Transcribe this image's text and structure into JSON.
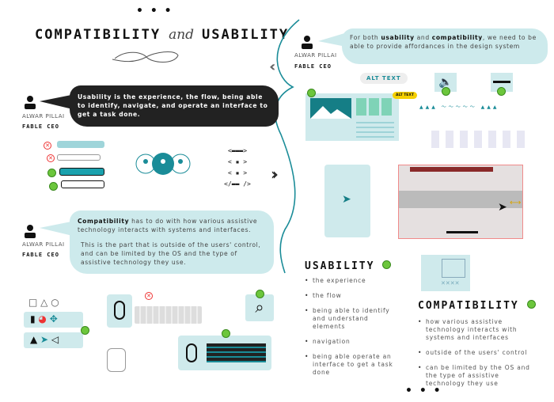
{
  "title": {
    "part1": "COMPATIBILITY",
    "and": "and",
    "part2": "USABILITY"
  },
  "speaker": {
    "name": "ALWAR PILLAI",
    "role": "FABLE CEO"
  },
  "quotes": {
    "usability": {
      "bold": "Usability",
      "text": " is the experience, the flow, being able to identify, navigate, and operate an interface to get a task done."
    },
    "compatibility": {
      "bold": "Compatibility",
      "text": " has to do with how various assistive technology interacts with systems and interfaces.",
      "text2": "This is the part that is outside of the users' control, and can be limited by the OS and the type of assistive technology they use."
    },
    "both": {
      "pre": "For both ",
      "b1": "usability",
      "mid": " and ",
      "b2": "compatibility",
      "post": ", we need to be able to provide affordances in the design system"
    }
  },
  "illustration": {
    "alt_text": "ALT TEXT",
    "alt_text_small": "ALT TEXT"
  },
  "usability": {
    "heading": "USABILITY",
    "items": [
      "the experience",
      "the flow",
      "being able to identify and understand elements",
      "navigation",
      "being able operate an interface to get a task done"
    ]
  },
  "compatibility": {
    "heading": "COMPATIBILITY",
    "items": [
      "how various assistive technology interacts with systems and interfaces",
      "outside of the users' control",
      "can be limited by the OS and the type of assistive technology they use"
    ]
  },
  "dots": "• • •",
  "colors": {
    "teal": "#1a8c98",
    "lightTeal": "#cdeaec",
    "green": "#6cc63c",
    "yellow": "#f5d000"
  }
}
